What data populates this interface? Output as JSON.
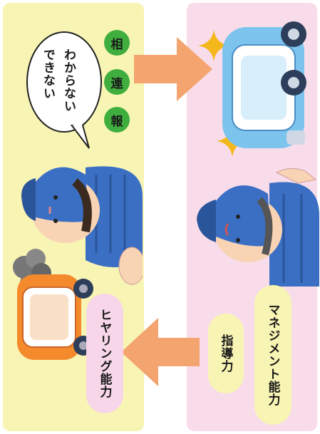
{
  "left_panel": {
    "bubble_lines": [
      "わからない",
      "できない"
    ],
    "circle_chars": [
      "相",
      "連",
      "報"
    ],
    "pill_label": "ヒヤリング能力"
  },
  "right_panel": {
    "pill_small": "指導力",
    "pill_large": "マネジメント能力"
  },
  "colors": {
    "left_bg": "#f8f4b4",
    "right_bg": "#f8dcea",
    "arrow": "#f4a46e",
    "circle": "#3fae3f",
    "uniform": "#3b6fc4",
    "car_blue": "#7cc4ee",
    "car_orange": "#f48a2c"
  },
  "icons": [
    "person-worker-icon",
    "car-icon",
    "sparkle-icon",
    "arrow-icon",
    "speech-bubble-icon"
  ]
}
